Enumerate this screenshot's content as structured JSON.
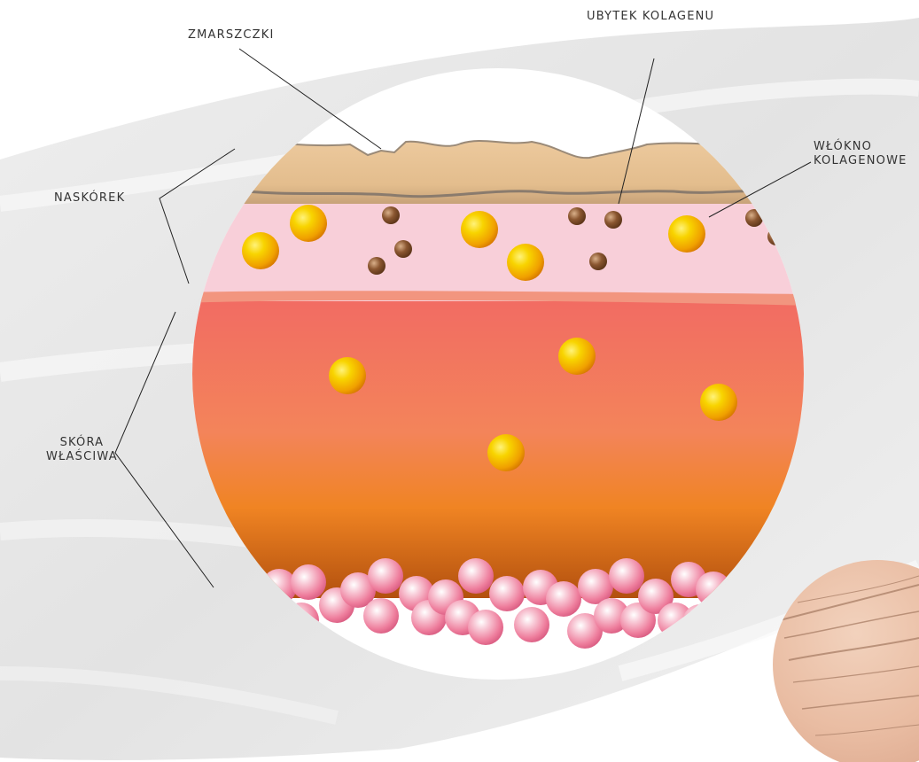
{
  "labels": {
    "wrinkles": "ZMARSZCZKI",
    "collagen_loss": "UBYTEK KOLAGENU",
    "collagen_fiber_line1": "WŁÓKNO",
    "collagen_fiber_line2": "KOLAGENOWE",
    "epidermis": "NASKÓREK",
    "dermis_line1": "SKÓRA",
    "dermis_line2": "WŁAŚCIWA"
  },
  "colors": {
    "epidermis": "#e7c596",
    "upper_dermis": "#f8cfd9",
    "dermis_top": "#f26c63",
    "dermis_bottom": "#b8500c",
    "collagen_sphere": "#f3b000",
    "elastin_dot": "#7a4a25",
    "fat_cell": "#ee7f9e"
  }
}
